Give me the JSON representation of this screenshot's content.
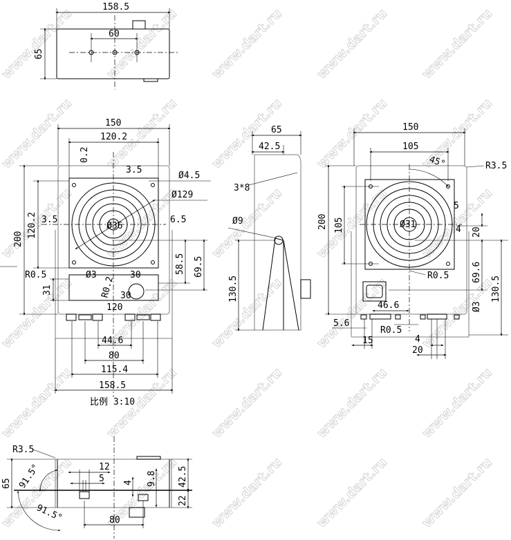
{
  "watermark": "www.dart.ru",
  "top_view": {
    "w": "158.5",
    "holes": "60",
    "h": "65"
  },
  "front_view": {
    "w150": "150",
    "w120": "120.2",
    "d02": "0.2",
    "d35a": "3.5",
    "dia45": "Ø4.5",
    "dia129": "Ø129",
    "d35b": "3.5",
    "dia36": "Ø36",
    "d65": "6.5",
    "h200": "200",
    "h120": "120.2",
    "r05": "R0.5",
    "dia3": "Ø3",
    "d30a": "30",
    "d30b": "30",
    "r02": "R0.2",
    "h31": "31",
    "w120b": "120",
    "h585": "58.5",
    "h695": "69.5",
    "b446": "44.6",
    "b80": "80",
    "b1154": "115.4",
    "b1585": "158.5",
    "scale": "比例 3:10"
  },
  "side_view": {
    "w65": "65",
    "w425": "42.5",
    "screw": "3*8",
    "dia9": "Ø9",
    "h1305": "130.5"
  },
  "rear_view": {
    "w150": "150",
    "w105": "105",
    "angle": "45°",
    "r35": "R3.5",
    "h200": "200",
    "h105": "105",
    "d5": "5",
    "dia31": "Ø31",
    "d4": "4",
    "d20": "20",
    "r05a": "R0.5",
    "h696": "69.6",
    "h1305": "130.5",
    "dia3": "Ø3",
    "w466": "46.6",
    "d56": "5.6",
    "r05b": "R0.5",
    "d15": "15",
    "d4b": "4",
    "d20b": "20"
  },
  "bottom_view": {
    "r35": "R3.5",
    "a1": "91.5°",
    "a2": "91.5°",
    "h65": "65",
    "d12": "12",
    "d5": "5",
    "d4": "4",
    "d98": "9.8",
    "h425": "42.5",
    "h22": "22",
    "w80": "80"
  }
}
